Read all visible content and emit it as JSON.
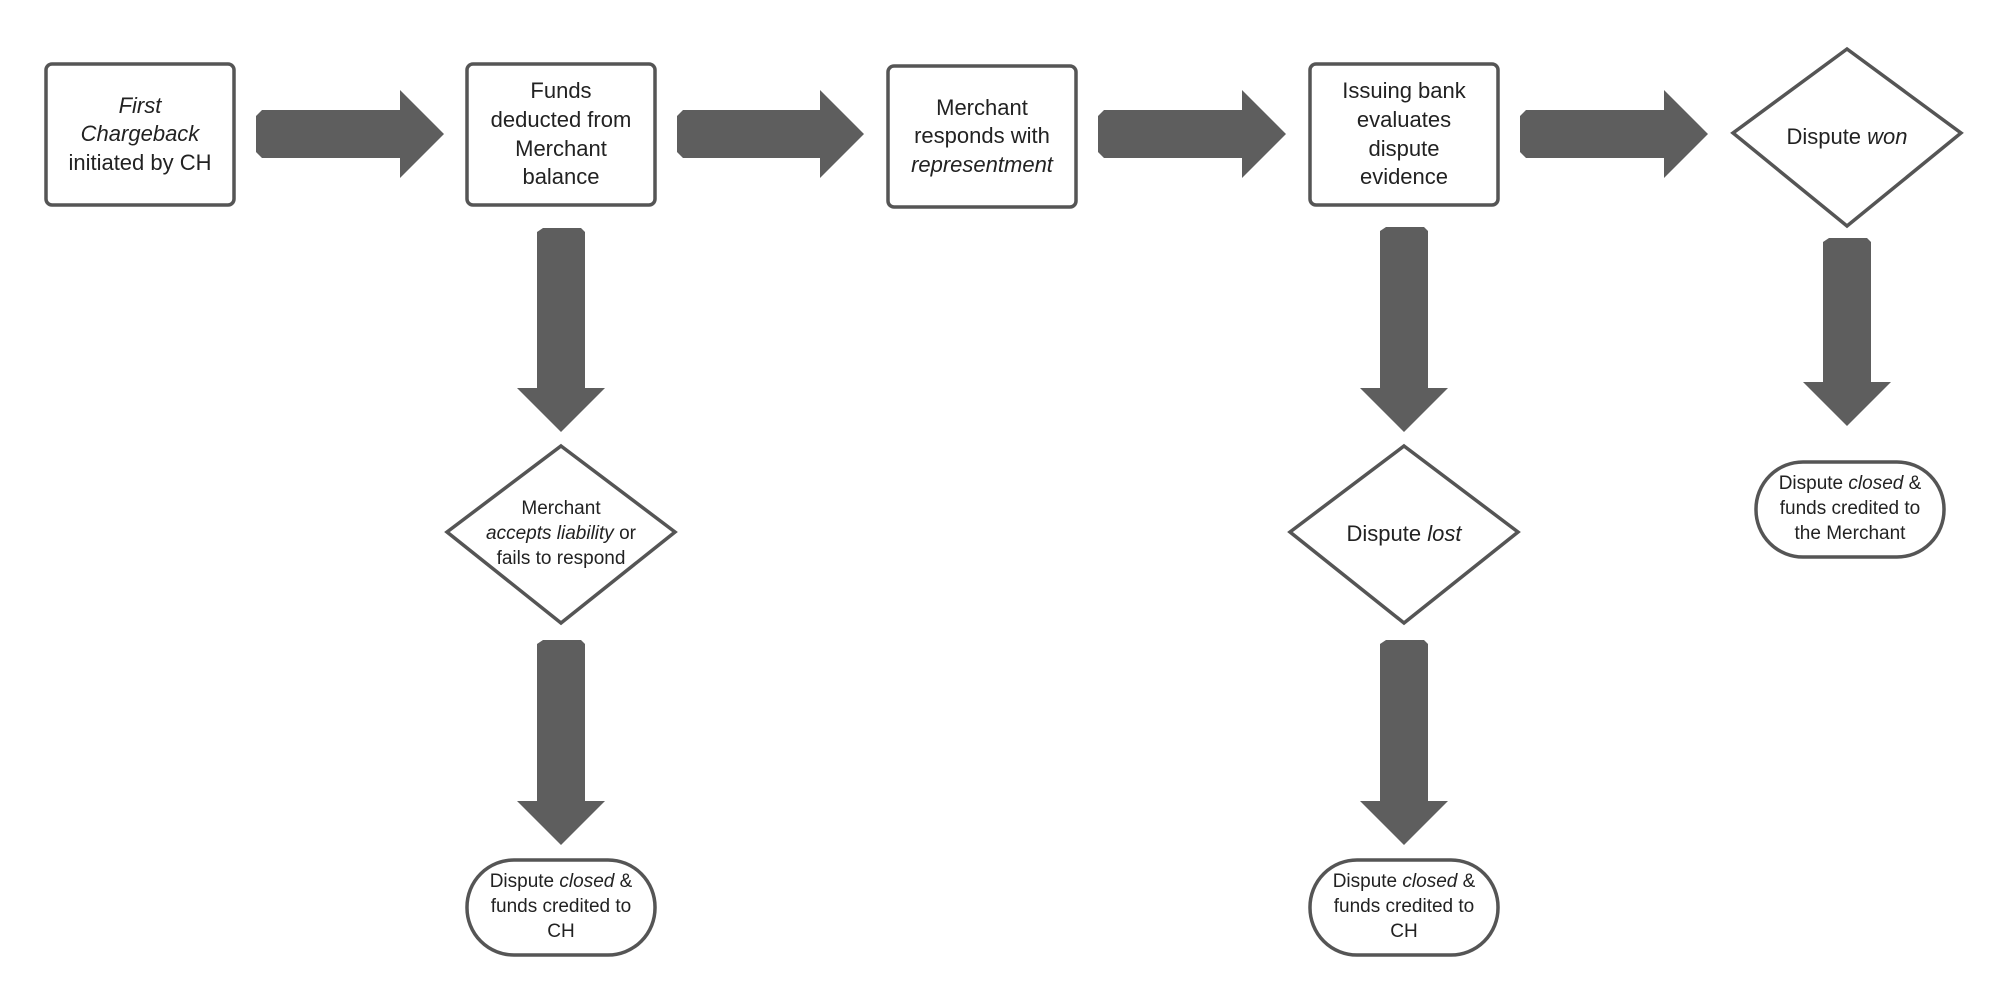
{
  "colors": {
    "arrow": "#5e5e5e",
    "stroke": "#555555",
    "fill": "#ffffff",
    "text": "#222222"
  },
  "nodes": {
    "first_chargeback": {
      "line1": "First",
      "line2": "Chargeback",
      "line3": "initiated by CH"
    },
    "funds_deducted": {
      "line1": "Funds",
      "line2": "deducted from",
      "line3": "Merchant",
      "line4": "balance"
    },
    "merchant_responds": {
      "line1": "Merchant",
      "line2": "responds with",
      "line3": "representment"
    },
    "issuing_bank": {
      "line1": "Issuing bank",
      "line2": "evaluates",
      "line3": "dispute",
      "line4": "evidence"
    },
    "dispute_won": {
      "prefix": "Dispute ",
      "emph": "won"
    },
    "merchant_accepts": {
      "line1": "Merchant",
      "line2_emph": "accepts liability",
      "line2_rest": " or",
      "line3": "fails to respond"
    },
    "dispute_lost": {
      "prefix": "Dispute ",
      "emph": "lost"
    },
    "closed_ch_left": {
      "prefix": "Dispute ",
      "emph": "closed",
      "suffix": " &",
      "line2": "funds credited to",
      "line3": "CH"
    },
    "closed_ch_right": {
      "prefix": "Dispute ",
      "emph": "closed",
      "suffix": " &",
      "line2": "funds credited to",
      "line3": "CH"
    },
    "closed_merchant": {
      "prefix": "Dispute ",
      "emph": "closed",
      "suffix": " &",
      "line2": "funds credited to",
      "line3": "the Merchant"
    }
  }
}
